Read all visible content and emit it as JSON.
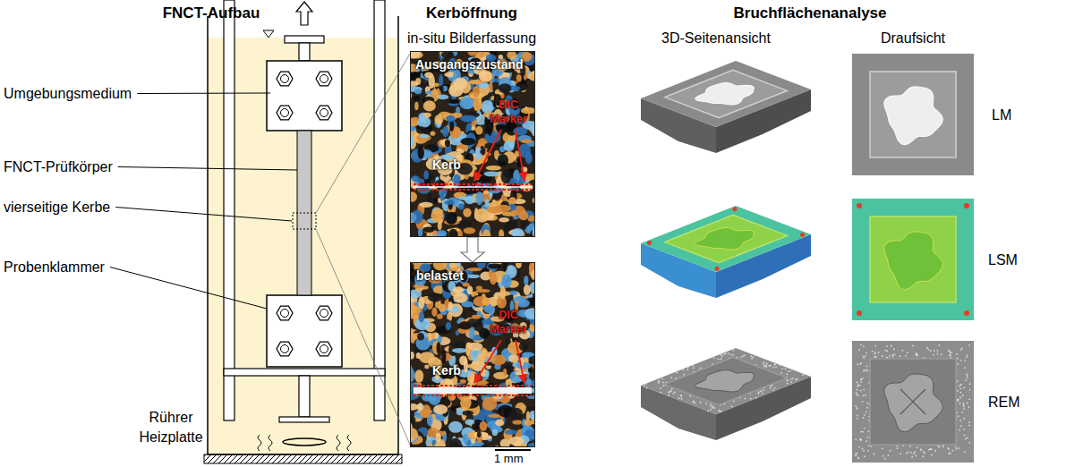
{
  "diagram": {
    "nodes": [
      {
        "text": [
          "Ausgangszustand",
          "Kerb",
          "DIC Marker"
        ]
      },
      {
        "text": [
          "belastet",
          "Kerb",
          "DIC Marker"
        ]
      }
    ],
    "edges": [
      {
        "from": 0,
        "to": 1,
        "arrow": "to"
      }
    ],
    "labels": [
      "FNCT-Aufbau",
      "Umgebungsmedium",
      "FNCT-Prüfkörper",
      "vierseitige Kerbe",
      "Probenklammer",
      "Rührer Heizplatte",
      "Kerböffnung",
      "in-situ Bilderfassung",
      "1 mm",
      "Bruchflächenanalyse",
      "3D-Seitenansicht",
      "Draufsicht",
      "LM",
      "LSM",
      "REM"
    ]
  }
}
